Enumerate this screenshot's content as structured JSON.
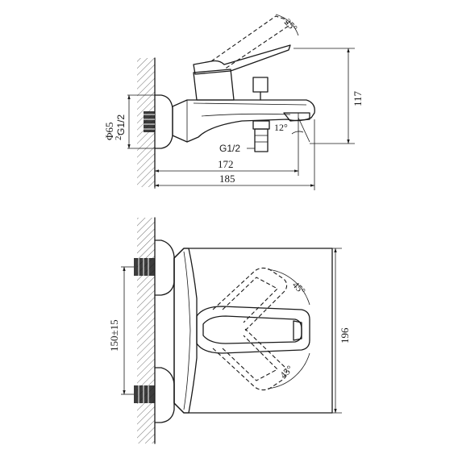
{
  "top_view": {
    "angle_handle": "25°",
    "height": "117",
    "diameter": "Φ65",
    "thread_side": "G1/2",
    "thread_bottom": "G1/2",
    "angle_spout": "12°",
    "width_inner": "172",
    "width_outer": "185"
  },
  "front_view": {
    "angle_upper": "45°",
    "angle_lower": "45°",
    "height": "196",
    "center_distance": "150±15"
  }
}
